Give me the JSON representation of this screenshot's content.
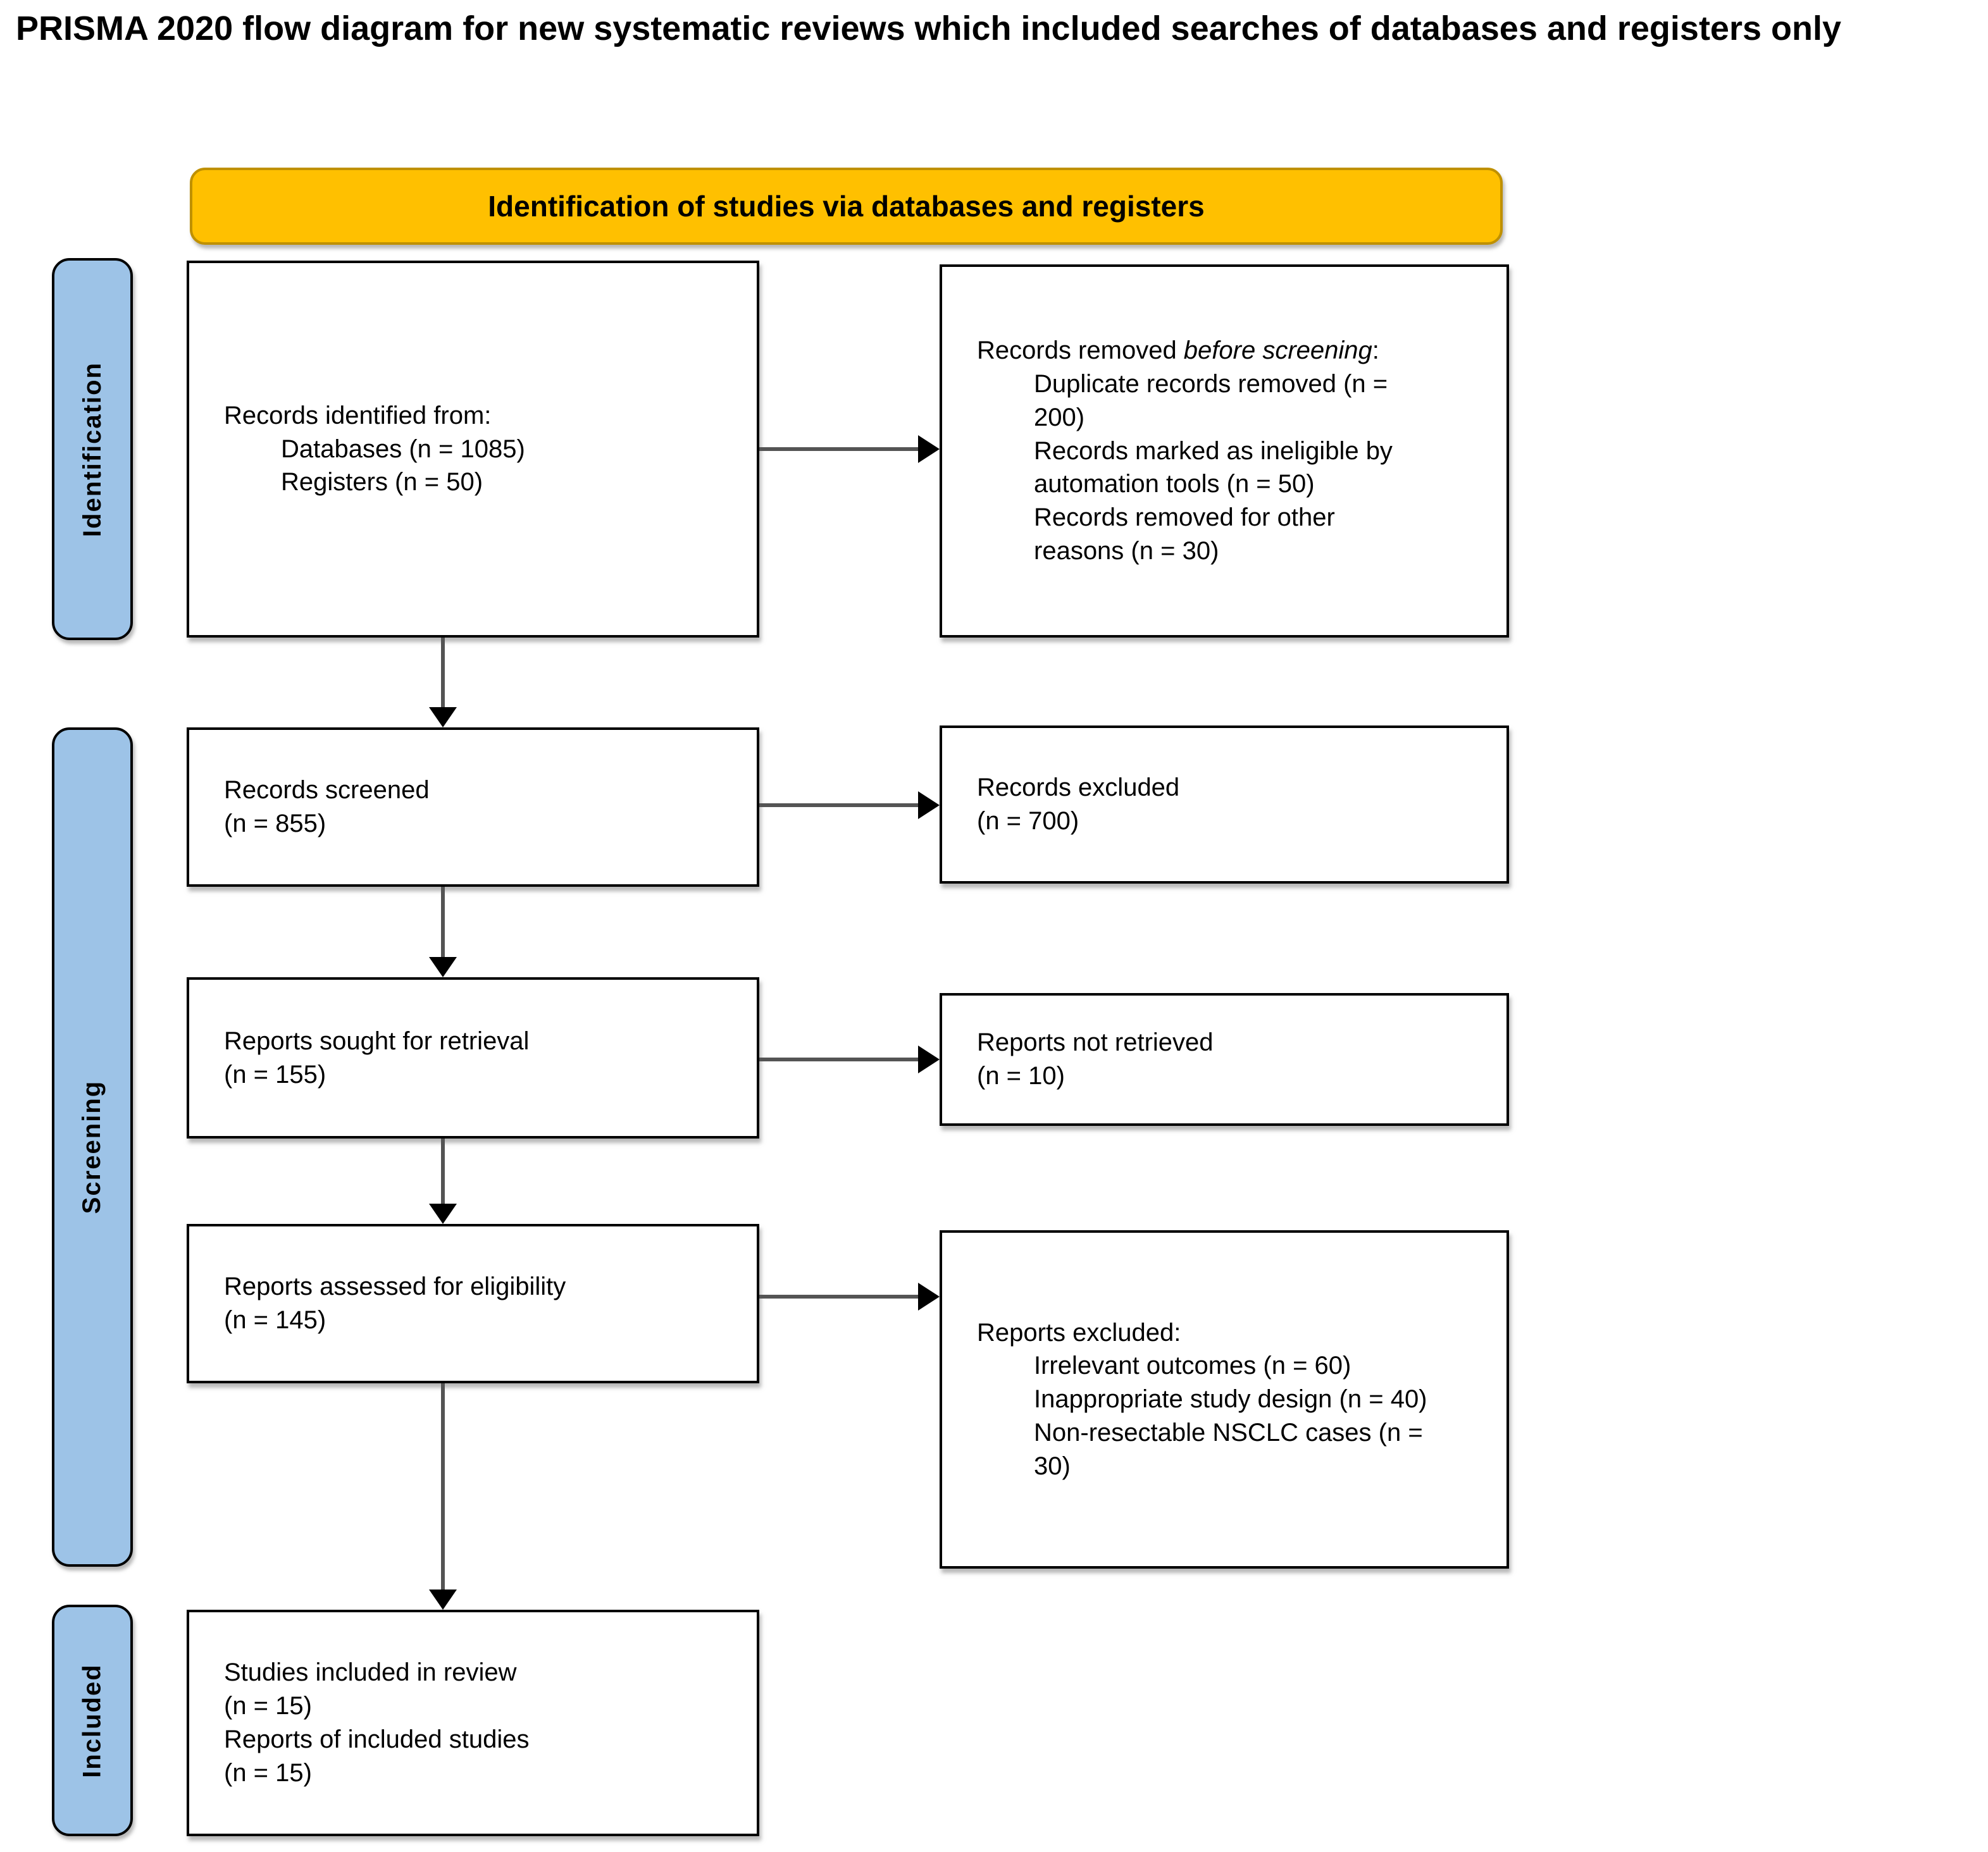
{
  "page_title": "PRISMA 2020 flow diagram for new systematic reviews which included searches of databases and registers only",
  "banner": {
    "label": "Identification of studies via databases and registers"
  },
  "stages": {
    "identification": "Identification",
    "screening": "Screening",
    "included": "Included"
  },
  "boxes": {
    "records_identified": {
      "heading": "Records identified from:",
      "items": [
        "Databases (n = 1085)",
        "Registers (n = 50)"
      ]
    },
    "records_removed": {
      "heading_prefix": "Records removed ",
      "heading_italic": "before screening",
      "heading_suffix": ":",
      "items": [
        "Duplicate records removed (n = 200)",
        "Records marked as ineligible by automation tools (n = 50)",
        "Records removed for other reasons (n = 30)"
      ]
    },
    "records_screened": {
      "lines": [
        "Records screened",
        "(n = 855)"
      ]
    },
    "records_excluded": {
      "lines": [
        "Records excluded",
        "(n = 700)"
      ]
    },
    "reports_sought": {
      "lines": [
        "Reports sought for retrieval",
        "(n = 155)"
      ]
    },
    "reports_not_retrieved": {
      "lines": [
        "Reports not retrieved",
        "(n = 10)"
      ]
    },
    "reports_assessed": {
      "lines": [
        "Reports assessed for eligibility",
        "(n = 145)"
      ]
    },
    "reports_excluded": {
      "heading": "Reports excluded:",
      "items": [
        "Irrelevant outcomes (n = 60)",
        "Inappropriate study design (n = 40)",
        "Non-resectable NSCLC cases (n = 30)"
      ]
    },
    "studies_included": {
      "lines": [
        "Studies included in review",
        "(n = 15)",
        "Reports of included studies",
        "(n = 15)"
      ]
    }
  },
  "colors": {
    "banner_fill": "#FFC000",
    "banner_border": "#BF9000",
    "stage_fill": "#9DC3E7",
    "box_fill": "#FFFFFF",
    "box_border": "#000000",
    "arrow_line": "#545454",
    "arrow_head": "#000000",
    "text_color": "#000000"
  }
}
